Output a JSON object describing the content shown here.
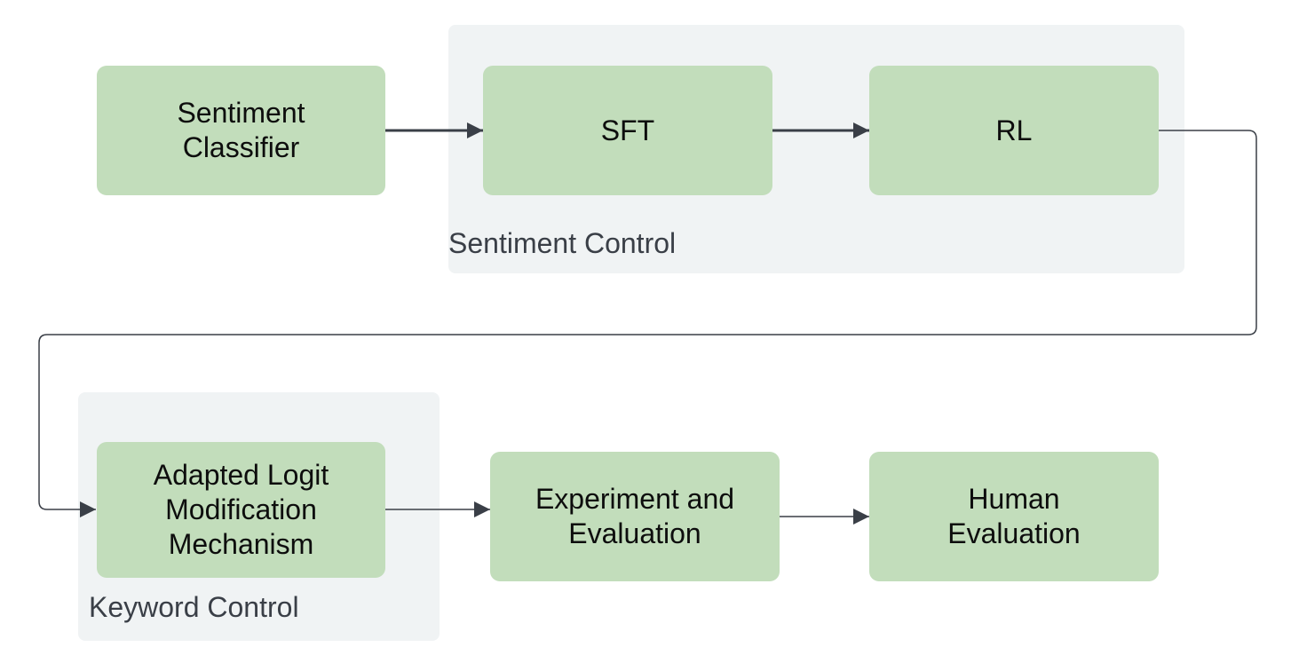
{
  "groups": {
    "sentiment_control": {
      "label": "Sentiment Control"
    },
    "keyword_control": {
      "label": "Keyword Control"
    }
  },
  "nodes": {
    "sentiment_classifier": {
      "lines": [
        "Sentiment",
        "Classifier"
      ]
    },
    "sft": {
      "lines": [
        "SFT"
      ]
    },
    "rl": {
      "lines": [
        "RL"
      ]
    },
    "adapted_logit": {
      "lines": [
        "Adapted Logit",
        "Modification",
        "Mechanism"
      ]
    },
    "experiment_evaluation": {
      "lines": [
        "Experiment and",
        "Evaluation"
      ]
    },
    "human_evaluation": {
      "lines": [
        "Human",
        "Evaluation"
      ]
    }
  },
  "colors": {
    "node_fill": "#c2ddbb",
    "group_fill": "#f0f3f4",
    "edge": "#3a3f47"
  }
}
